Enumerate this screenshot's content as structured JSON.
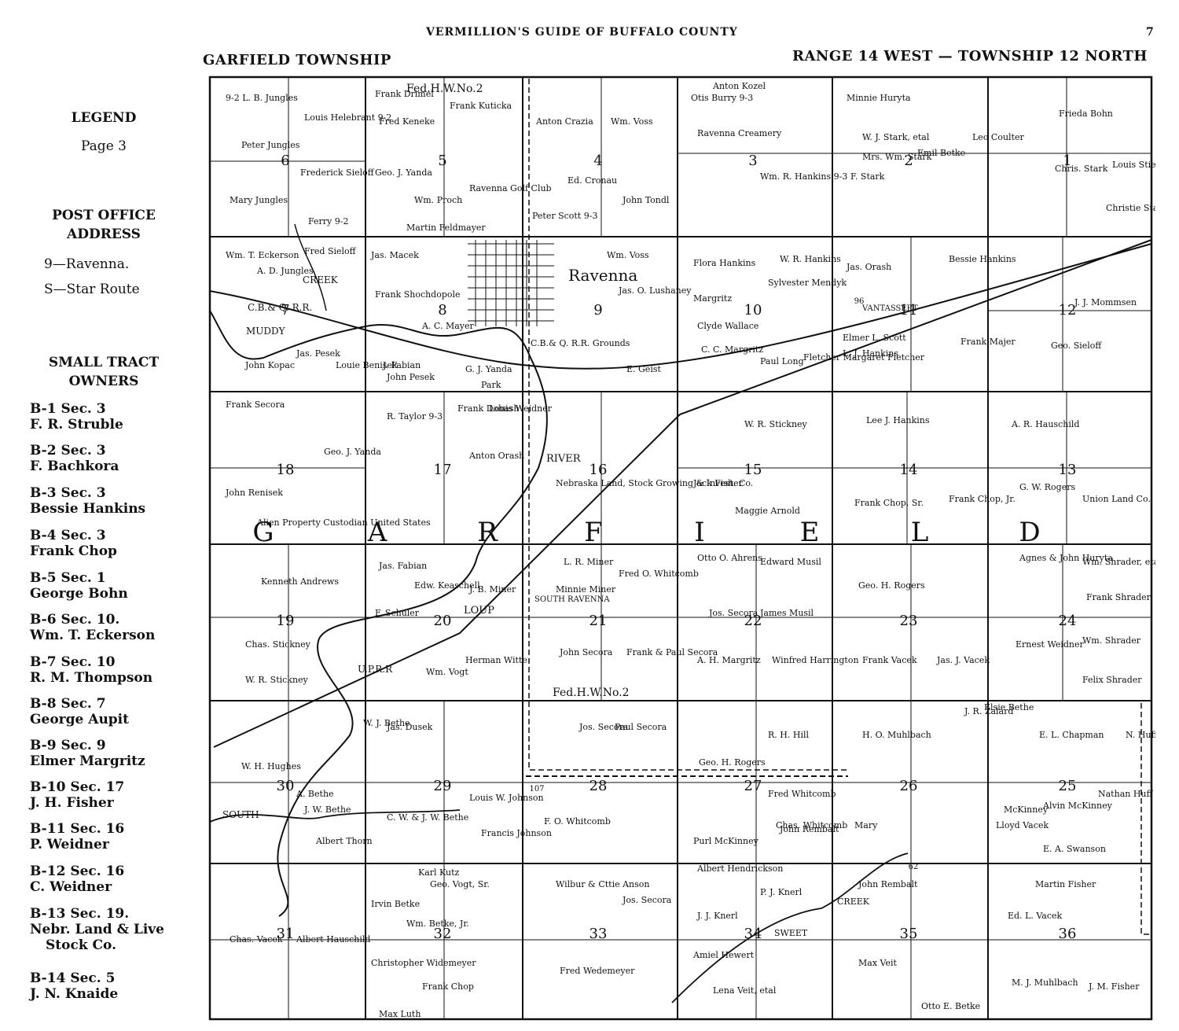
{
  "header": {
    "guide_title": "VERMILLION'S GUIDE OF BUFFALO COUNTY",
    "page_number": "7",
    "township_title": "GARFIELD TOWNSHIP",
    "range_title": "RANGE 14 WEST — TOWNSHIP 12 NORTH"
  },
  "sidebar": {
    "legend_heading": "LEGEND",
    "legend_page": "Page 3",
    "post_office_heading_1": "POST OFFICE",
    "post_office_heading_2": "ADDRESS",
    "post_office_items": [
      "9—Ravenna.",
      "S—Star Route"
    ],
    "small_tract_heading_1": "SMALL TRACT",
    "small_tract_heading_2": "OWNERS",
    "small_tracts": [
      {
        "code": "B-1   Sec. 3",
        "owner": "F. R. Struble"
      },
      {
        "code": "B-2   Sec. 3",
        "owner": "F. Bachkora"
      },
      {
        "code": "B-3   Sec. 3",
        "owner": "Bessie Hankins"
      },
      {
        "code": "B-4   Sec. 3",
        "owner": "Frank Chop"
      },
      {
        "code": "B-5   Sec. 1",
        "owner": "George Bohn"
      },
      {
        "code": "B-6   Sec. 10.",
        "owner": "Wm. T. Eckerson"
      },
      {
        "code": "B-7   Sec. 10",
        "owner": "R. M. Thompson"
      },
      {
        "code": "B-8   Sec. 7",
        "owner": "George Aupit"
      },
      {
        "code": "B-9   Sec. 9",
        "owner": "Elmer Margritz"
      },
      {
        "code": "B-10   Sec. 17",
        "owner": "J. H. Fisher"
      },
      {
        "code": "B-11   Sec. 16",
        "owner": "P. Weidner"
      },
      {
        "code": "B-12   Sec. 16",
        "owner": "C. Weidner"
      },
      {
        "code": "B-13   Sec. 19.",
        "owner": "Nebr. Land & Live",
        "owner2": "Stock Co."
      },
      {
        "code": "B-14   Sec. 5",
        "owner": "J. N. Knaide"
      }
    ]
  },
  "map": {
    "big_letters": [
      "G",
      "A",
      "R",
      "F",
      "I",
      "E",
      "L",
      "D"
    ],
    "section_numbers": [
      "6",
      "5",
      "4",
      "3",
      "2",
      "1",
      "7",
      "8",
      "9",
      "10",
      "11",
      "12",
      "18",
      "17",
      "16",
      "15",
      "14",
      "13",
      "19",
      "20",
      "21",
      "22",
      "23",
      "24",
      "30",
      "29",
      "28",
      "27",
      "26",
      "25",
      "31",
      "32",
      "33",
      "34",
      "35",
      "36"
    ],
    "place_labels": {
      "town": "Ravenna",
      "river": "RIVER",
      "loup": "LOUP",
      "muddy": "MUDDY",
      "creek": "CREEK",
      "south": "SOUTH",
      "sweet_creek": "SWEET",
      "creek2": "CREEK",
      "railroad_cbq": "C.B.& Q. R.R.",
      "railroad_up": "U.P.R.R",
      "cbq_grounds": "C.B.& Q. R.R. Grounds",
      "fed_hw_top": "Fed.H.W.No.2",
      "fed_hw_bottom": "Fed.H.W.No.2",
      "south_ravenna": "SOUTH RAVENNA",
      "route_96": "96",
      "route_107": "107",
      "route_62": "62",
      "vantassert": "VANTASSERT"
    },
    "owners": [
      "9-2 L. B. Jungles",
      "Peter Jungles",
      "Mary Jungles",
      "Louis Helebrant 9-2",
      "Frederick Sieloff",
      "Ferry 9-2",
      "Frank Drimel",
      "Fred Keneke",
      "Geo. J. Yanda",
      "Wm. Proch",
      "Frank Kuticka",
      "Martin Feldmayer",
      "Ravenna Golf Club",
      "Anton Crazia",
      "Wm. Voss",
      "Ed. Cronau",
      "Peter Scott 9-3",
      "John Tondl",
      "Otis Burry 9-3",
      "Anton Kozel",
      "Ravenna Creamery",
      "Wm. R. Hankins 9-3",
      "Minnie Huryta",
      "W. J. Stark, etal",
      "Mrs. Wm. Stark",
      "Emil Betke",
      "F. Stark",
      "Leo Coulter",
      "Frieda Bohn",
      "Chris. Stark",
      "Louis Stien",
      "Christie Stark",
      "Wm. T. Eckerson",
      "A. D. Jungles",
      "Fred Sieloff",
      "Jas. Macek",
      "Frank Shochdopole",
      "A. C. Mayer",
      "Wm. Voss",
      "Jas. O. Lushaney",
      "Margritz",
      "Flora Hankins",
      "W. R. Hankins",
      "Sylvester Mendyk",
      "Jas. Orash",
      "Bessie Hankins",
      "J. J. Mommsen",
      "John Kopac",
      "Jas. Pesek",
      "Louie Benisek",
      "J. Fabian",
      "John Pesek",
      "G. J. Yanda",
      "Park",
      "E. Geist",
      "Clyde Wallace",
      "C. C. Margritz",
      "Paul Long",
      "Fletcher Margaret Fletcher",
      "Elmer L. Scott",
      "L. J. Hankins",
      "Frank Majer",
      "Geo. Sieloff",
      "Frank Secora",
      "Geo. J. Yanda",
      "R. Taylor 9-3",
      "Frank Dobash",
      "Louis Weidner",
      "Anton Orash",
      "John Renisek",
      "Alien Property Custodian United States",
      "Nebraska Land, Stock Growing & Invest. Co.",
      "W. R. Stickney",
      "Lee J. Hankins",
      "A. R. Hauschild",
      "Jack Fisher",
      "Maggie Arnold",
      "Frank Chop, Sr.",
      "Frank Chop, Jr.",
      "G. W. Rogers",
      "Union Land Co.",
      "Kenneth Andrews",
      "Jas. Fabian",
      "Edw. Keaschell",
      "J. B. Miner",
      "F. Schuler",
      "L. R. Miner",
      "Minnie Miner",
      "Fred O. Whitcomb",
      "Otto O. Ahrens",
      "Edward Musil",
      "Jos. Secora",
      "James Musil",
      "Geo. H. Rogers",
      "Agnes & John Huryta",
      "Wm. Shrader, etal.",
      "Frank Shrader",
      "Chas. Stickney",
      "W. R. Stickney",
      "Wm. Vogt",
      "Herman Witte",
      "John Secora",
      "Frank & Paul Secora",
      "A. H. Margritz",
      "Winfred Harrington",
      "Frank Vacek",
      "Jas. J. Vacek",
      "Ernest Weidner",
      "Wm. Shrader",
      "Felix Shrader",
      "W. H. Hughes",
      "W. J. Bethe",
      "Jas. Dusek",
      "Jos. Secora",
      "Paul Secora",
      "Geo. H. Rogers",
      "R. H. Hill",
      "H. O. Muhlbach",
      "J. R. Zalard",
      "Elsie Bethe",
      "E. L. Chapman",
      "N. Huff",
      "A. Bethe",
      "J. W. Bethe",
      "Albert Thorn",
      "C. W. & J. W. Bethe",
      "Louis W. Johnson",
      "Francis Johnson",
      "F. O. Whitcomb",
      "Fred Whitcomb",
      "Chas. Whitcomb",
      "John Rembalt",
      "Purl McKinney",
      "Mary",
      "Lloyd Vacek",
      "McKinney",
      "Alvin McKinney",
      "Nathan Huff",
      "E. A. Swanson",
      "Karl Kutz",
      "Geo. Vogt, Sr.",
      "Irvin Betke",
      "Wm. Betke, Jr.",
      "Wilbur & Cttie Anson",
      "Jos. Secora",
      "Albert Hendrickson",
      "J. J. Knerl",
      "P. J. Knerl",
      "John Rembalt",
      "Martin Fisher",
      "Ed. L. Vacek",
      "Chas. Vacek",
      "Albert Hauschild",
      "Christopher Widemeyer",
      "Max Luth",
      "Fred Wedemeyer",
      "Amiel Hewert",
      "Lena Veit, etal",
      "Max Veit",
      "Otto E. Betke",
      "M. J. Muhlbach",
      "J. M. Fisher",
      "Frank Chop"
    ]
  },
  "colors": {
    "ink": "#111111",
    "paper": "#ffffff"
  }
}
